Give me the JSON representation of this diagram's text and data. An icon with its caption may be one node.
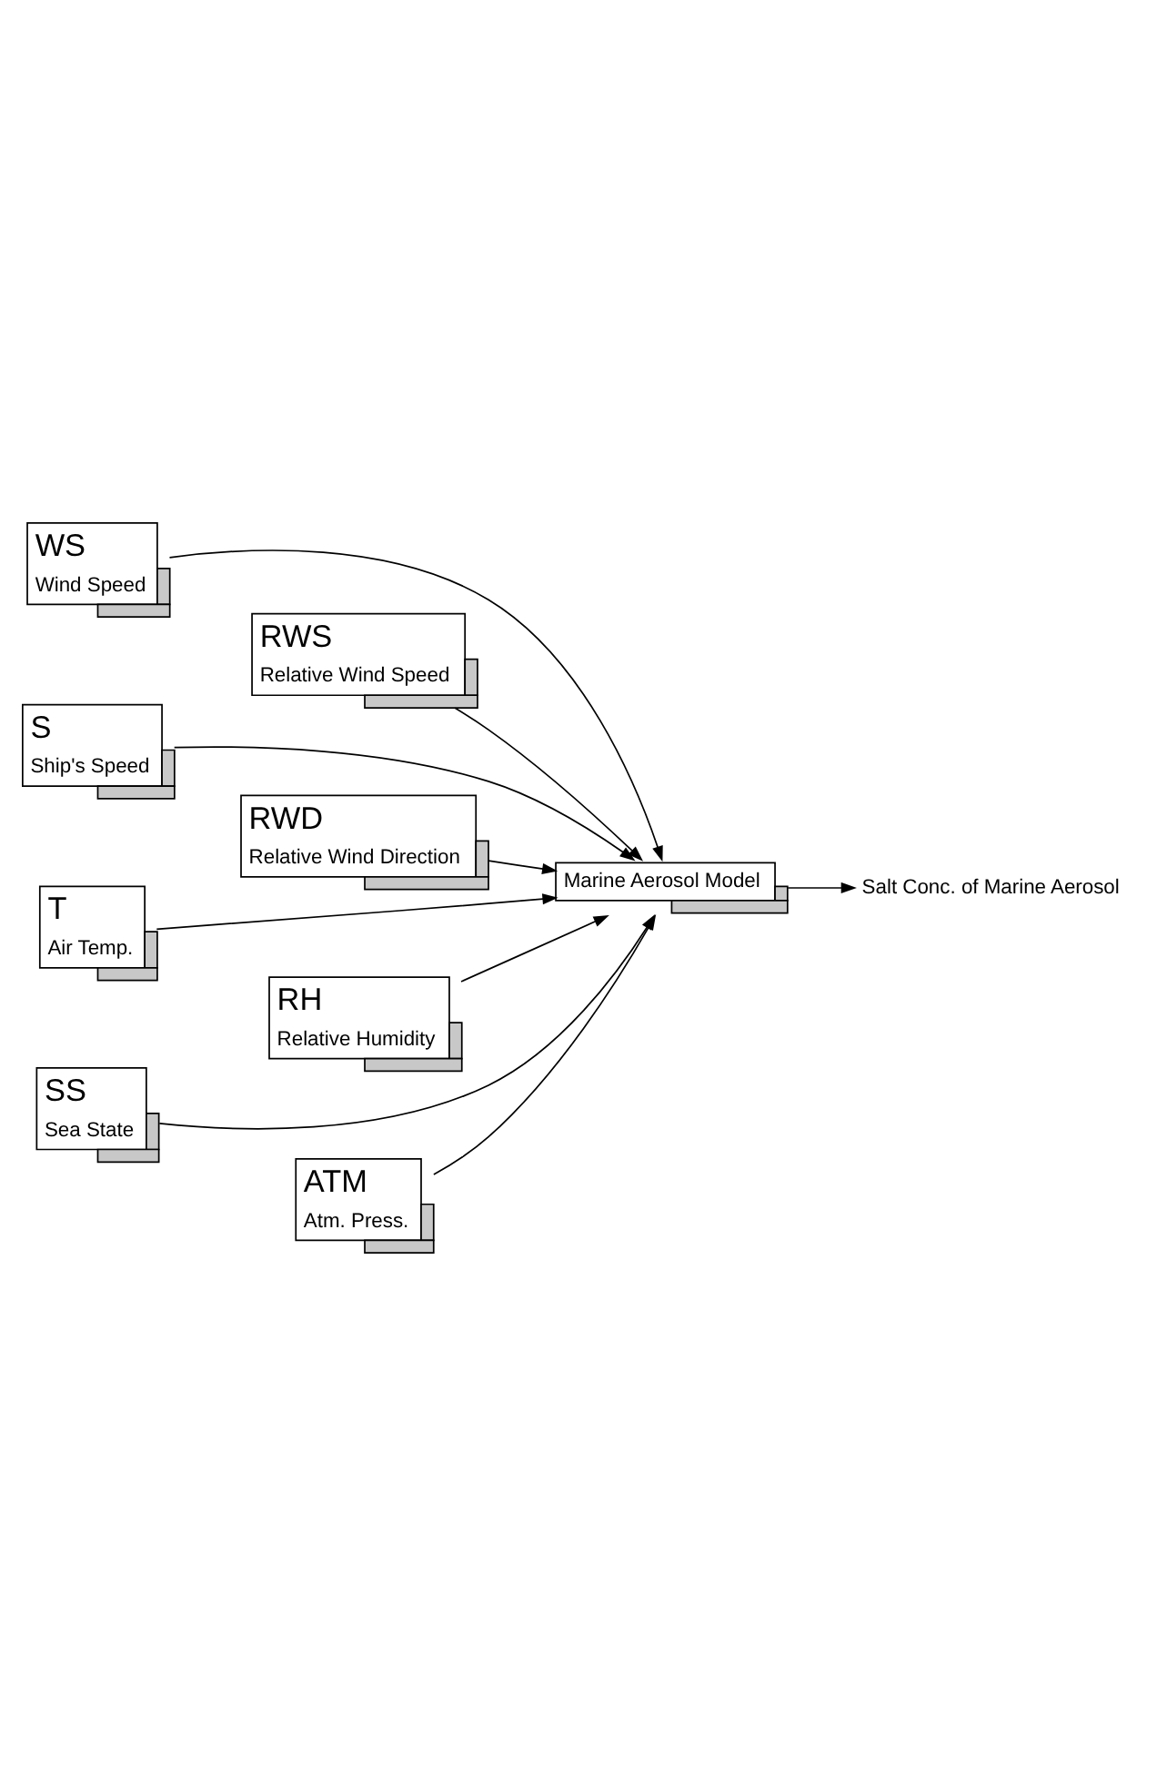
{
  "diagram": {
    "nodes": [
      {
        "text": [
          "WS",
          "Wind Speed"
        ]
      },
      {
        "text": [
          "RWS",
          "Relative Wind Speed"
        ]
      },
      {
        "text": [
          "S",
          "Ship's Speed"
        ]
      },
      {
        "text": [
          "RWD",
          "Relative Wind Direction"
        ]
      },
      {
        "text": [
          "T",
          "Air Temp."
        ]
      },
      {
        "text": [
          "RH",
          "Relative Humidity"
        ]
      },
      {
        "text": [
          "SS",
          "Sea State"
        ]
      },
      {
        "text": [
          "ATM",
          "Atm. Press."
        ]
      },
      {
        "text": [
          "Marine Aerosol Model"
        ]
      },
      {
        "text": [
          "Salt Conc. of Marine Aerosol"
        ]
      }
    ],
    "edges": [
      {
        "from": 0,
        "to": 8,
        "arrow": "to"
      },
      {
        "from": 1,
        "to": 8,
        "arrow": "to"
      },
      {
        "from": 2,
        "to": 8,
        "arrow": "to"
      },
      {
        "from": 3,
        "to": 8,
        "arrow": "to"
      },
      {
        "from": 4,
        "to": 8,
        "arrow": "to"
      },
      {
        "from": 5,
        "to": 8,
        "arrow": "to"
      },
      {
        "from": 6,
        "to": 8,
        "arrow": "to"
      },
      {
        "from": 7,
        "to": 8,
        "arrow": "to"
      },
      {
        "from": 8,
        "to": 9,
        "arrow": "to"
      }
    ]
  }
}
